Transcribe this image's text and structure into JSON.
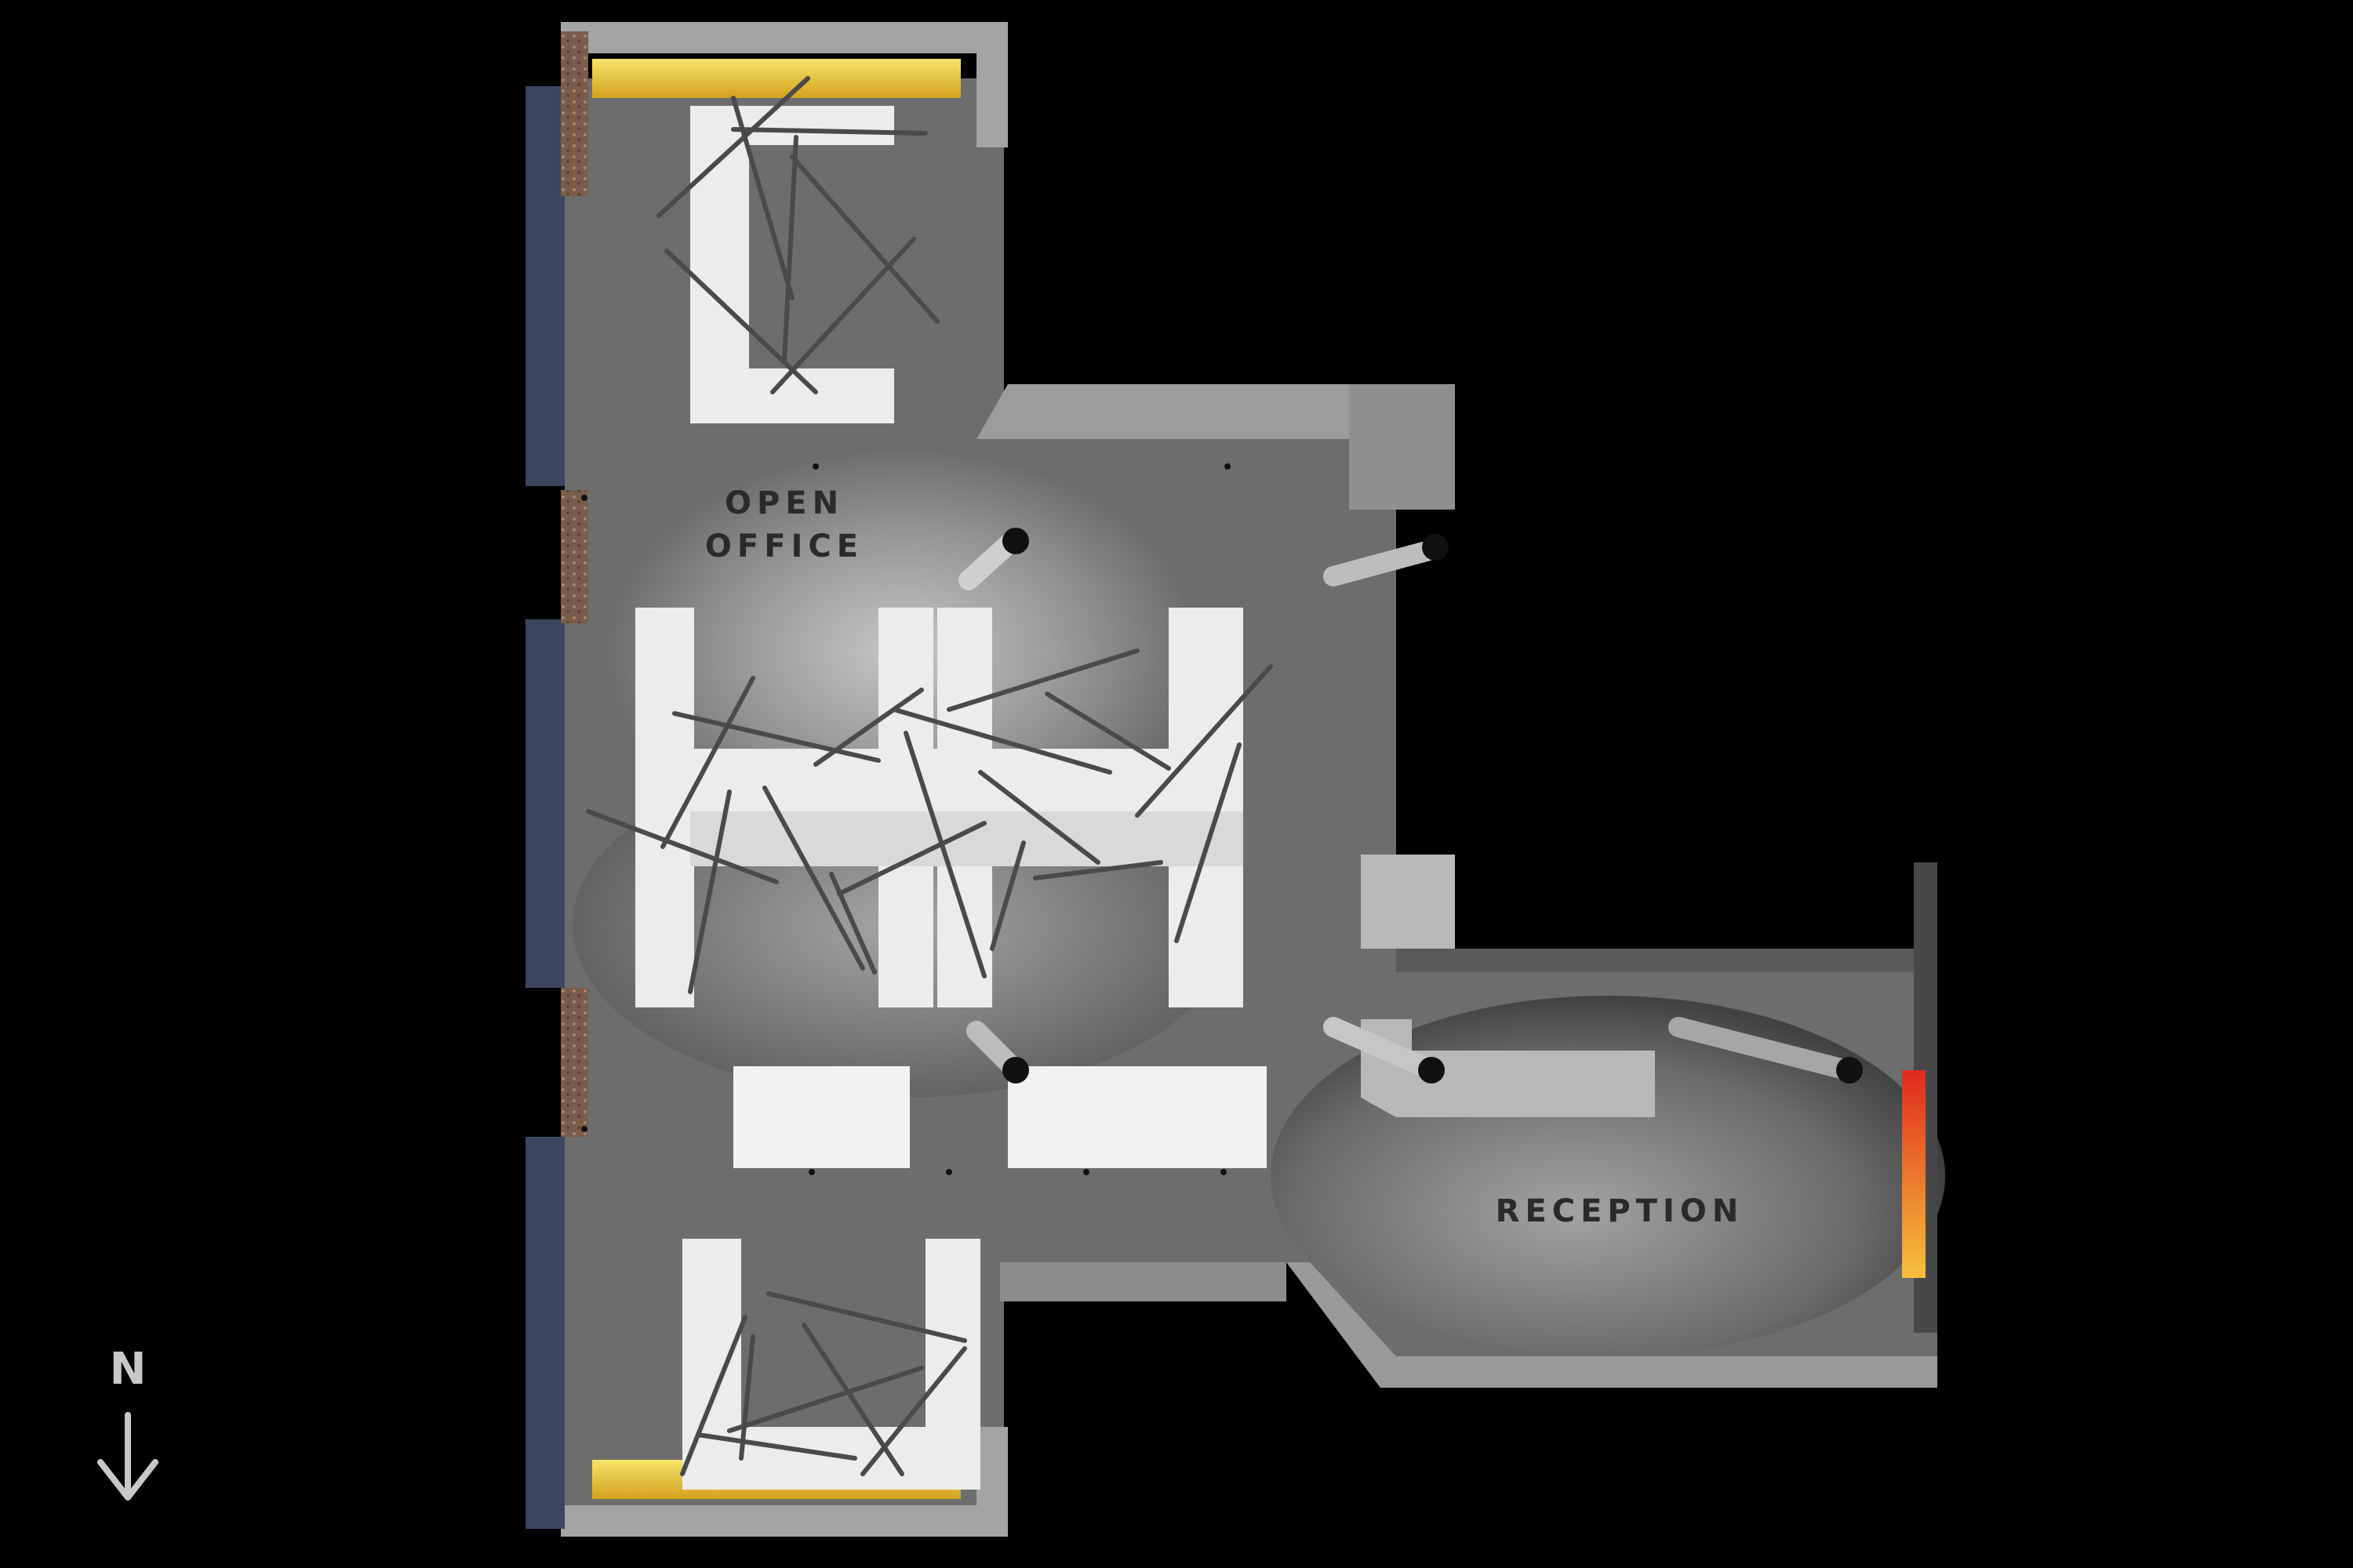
{
  "labels": {
    "open_office_line1": "OPEN",
    "open_office_line2": "OFFICE",
    "reception": "RECEPTION",
    "north": "N"
  },
  "colors": {
    "background": "#000000",
    "floor": "#6f6f6f",
    "wall_top": "#a9a9a9",
    "desk": "#e9e9e9",
    "window": "#3b4660",
    "brick": "#8a6b57",
    "light_panel": "#f2d54a",
    "accent_panel": "#e8432a"
  },
  "icons": {
    "north_arrow": "arrow-down-icon"
  }
}
